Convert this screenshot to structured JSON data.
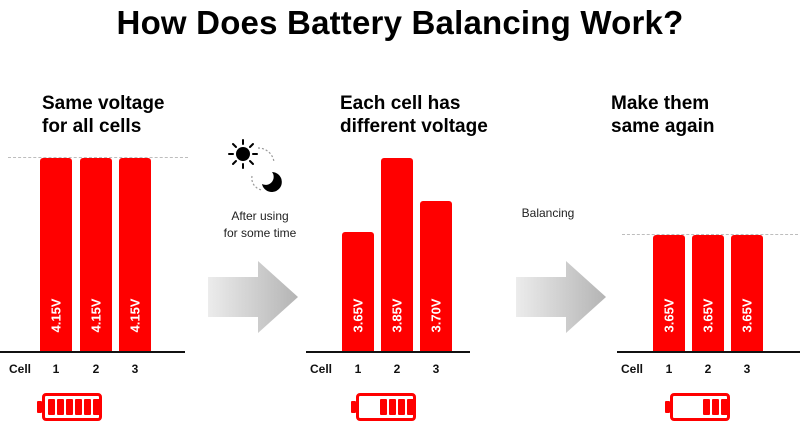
{
  "title": "How Does Battery Balancing Work?",
  "panels": [
    {
      "heading_line1": "Same voltage",
      "heading_line2": "for all cells",
      "bars": [
        {
          "cell": "1",
          "value": 4.15,
          "label": "4.15V"
        },
        {
          "cell": "2",
          "value": 4.15,
          "label": "4.15V"
        },
        {
          "cell": "3",
          "value": 4.15,
          "label": "4.15V"
        }
      ],
      "battery_segments_filled": 6
    },
    {
      "heading_line1": "Each cell has",
      "heading_line2": "different voltage",
      "bars": [
        {
          "cell": "1",
          "value": 3.65,
          "label": "3.65V"
        },
        {
          "cell": "2",
          "value": 3.85,
          "label": "3.85V"
        },
        {
          "cell": "3",
          "value": 3.7,
          "label": "3.70V"
        }
      ],
      "battery_segments_filled": 4
    },
    {
      "heading_line1": "Make them",
      "heading_line2": "same again",
      "bars": [
        {
          "cell": "1",
          "value": 3.65,
          "label": "3.65V"
        },
        {
          "cell": "2",
          "value": 3.65,
          "label": "3.65V"
        },
        {
          "cell": "3",
          "value": 3.65,
          "label": "3.65V"
        }
      ],
      "battery_segments_filled": 3
    }
  ],
  "cell_label": "Cell",
  "transition_1": {
    "line1": "After using",
    "line2": "for some time",
    "icon": "sun-moon-icon"
  },
  "transition_2": {
    "label": "Balancing"
  },
  "colors": {
    "bar": "#ff0000",
    "arrow": "#c8c8c8",
    "dash": "#bdbdbd"
  }
}
